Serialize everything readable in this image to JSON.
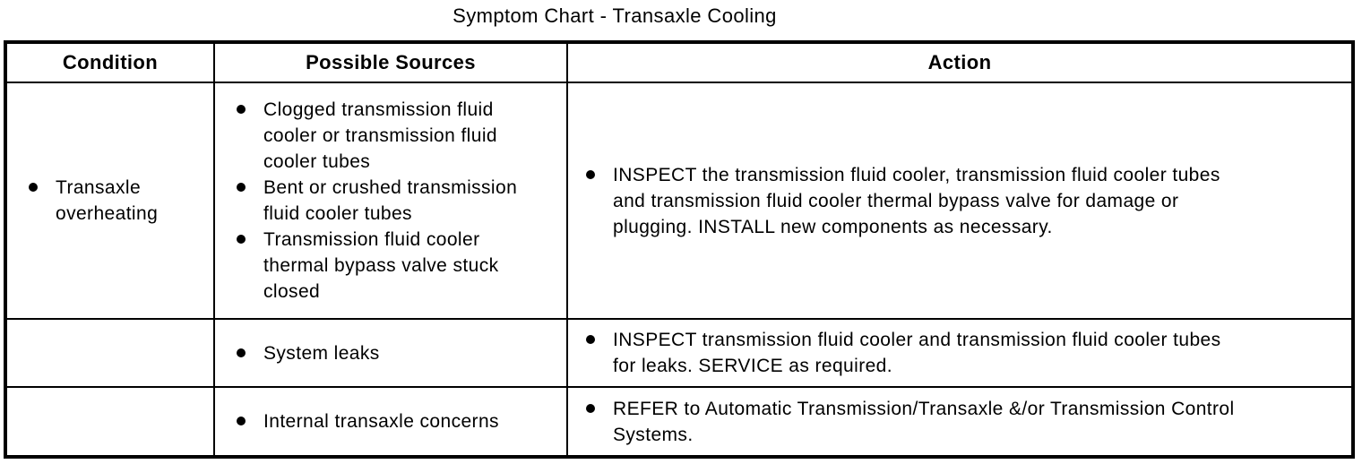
{
  "title": "Symptom Chart - Transaxle Cooling",
  "table": {
    "headers": {
      "condition": "Condition",
      "sources": "Possible Sources",
      "action": "Action"
    },
    "rows": [
      {
        "condition": "Transaxle\noverheating",
        "sources": [
          "Clogged transmission fluid\ncooler or transmission fluid\ncooler tubes",
          "Bent or crushed transmission\nfluid cooler tubes",
          "Transmission fluid cooler\nthermal bypass valve stuck\nclosed"
        ],
        "action": [
          "INSPECT the transmission fluid cooler, transmission fluid cooler tubes\nand transmission fluid cooler thermal bypass valve for damage or\nplugging. INSTALL new components as necessary."
        ]
      },
      {
        "condition": "",
        "sources": [
          "System leaks"
        ],
        "action": [
          "INSPECT transmission fluid cooler and transmission fluid cooler tubes\nfor leaks. SERVICE as required."
        ]
      },
      {
        "condition": "",
        "sources": [
          "Internal transaxle concerns"
        ],
        "action": [
          "REFER to Automatic Transmission/Transaxle &/or Transmission Control\nSystems."
        ]
      }
    ]
  },
  "colors": {
    "text": "#000000",
    "background": "#ffffff",
    "border": "#000000"
  }
}
